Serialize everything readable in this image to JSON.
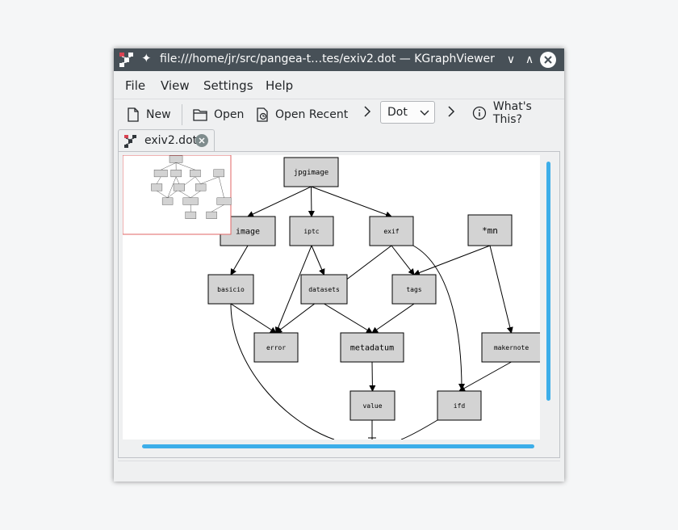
{
  "window": {
    "title": "file:///home/jr/src/pangea-t…tes/exiv2.dot — KGraphViewer",
    "controls": {
      "minimize": "∨",
      "maximize": "∧"
    }
  },
  "menu": [
    "File",
    "View",
    "Settings",
    "Help"
  ],
  "toolbar": {
    "new_label": "New",
    "open_label": "Open",
    "open_recent_label": "Open Recent",
    "layout_value": "Dot",
    "whats_this_label": "What's This?"
  },
  "tab": {
    "label": "exiv2.dot"
  },
  "graph": {
    "nodes": [
      {
        "id": "jpgimage",
        "label": "jpgimage"
      },
      {
        "id": "image",
        "label": "image"
      },
      {
        "id": "iptc",
        "label": "iptc"
      },
      {
        "id": "exif",
        "label": "exif"
      },
      {
        "id": "mn",
        "label": "*mn"
      },
      {
        "id": "basicio",
        "label": "basicio"
      },
      {
        "id": "datasets",
        "label": "datasets"
      },
      {
        "id": "tags",
        "label": "tags"
      },
      {
        "id": "error",
        "label": "error"
      },
      {
        "id": "metadatum",
        "label": "metadatum"
      },
      {
        "id": "makernote",
        "label": "makernote"
      },
      {
        "id": "value",
        "label": "value"
      },
      {
        "id": "ifd",
        "label": "ifd"
      }
    ]
  },
  "colors": {
    "titlebar": "#475057",
    "accent": "#3daee9",
    "node_fill": "#d3d3d3",
    "window_bg": "#eff0f1"
  }
}
